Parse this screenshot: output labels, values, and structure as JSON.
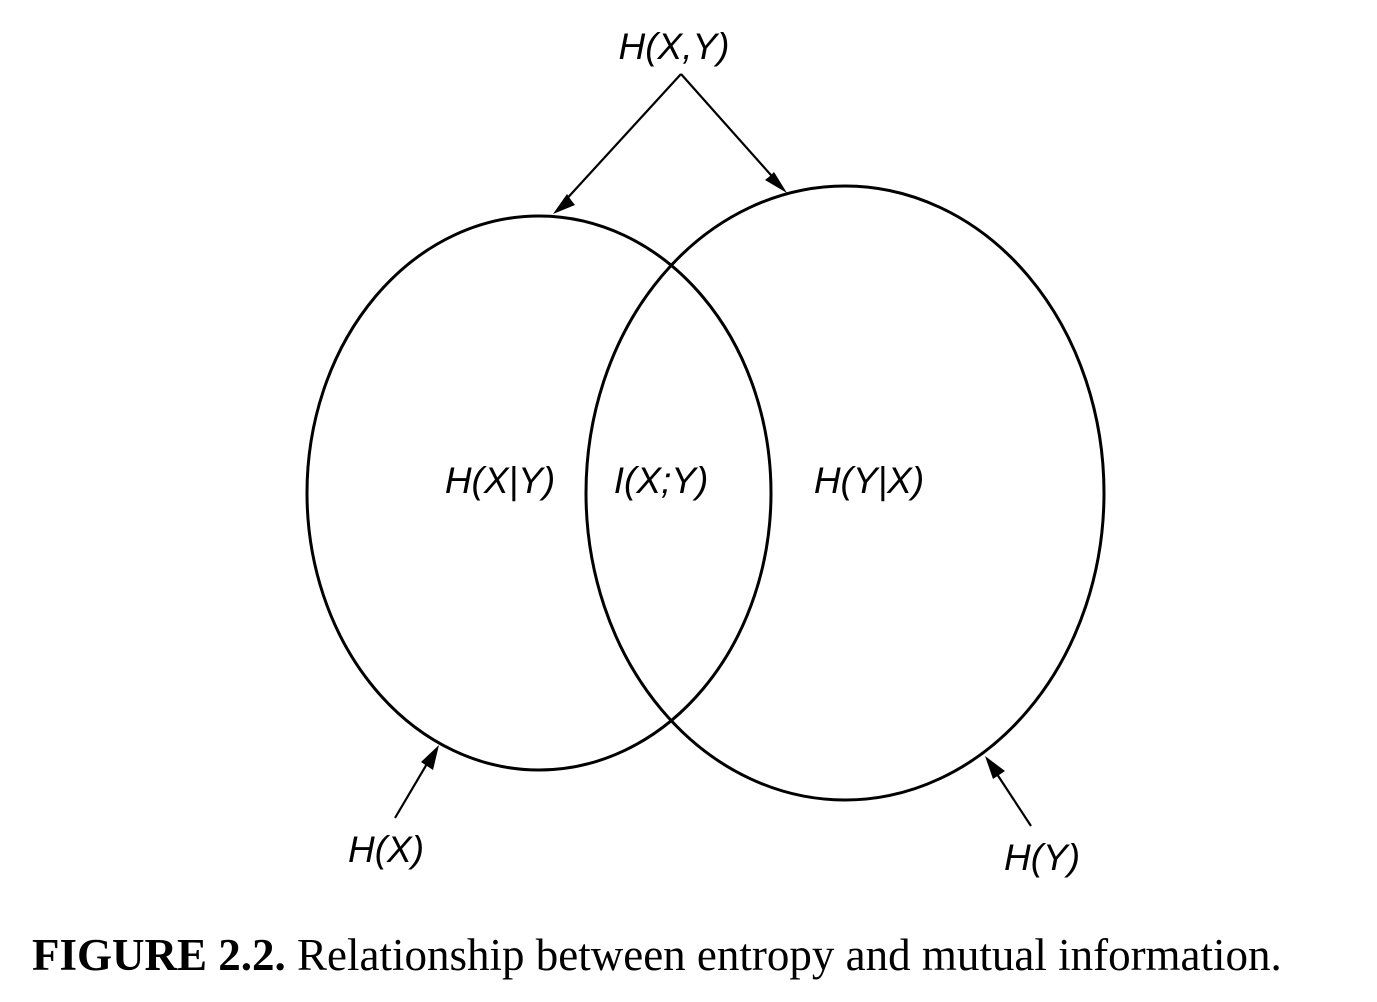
{
  "diagram": {
    "top_label": "H(X,Y)",
    "left_region_label": "H(X|Y)",
    "middle_region_label": "I(X;Y)",
    "right_region_label": "H(Y|X)",
    "left_circle_label": "H(X)",
    "right_circle_label": "H(Y)"
  },
  "caption": {
    "figure_number": "FIGURE 2.2.",
    "text": "Relationship between entropy and mutual information."
  }
}
